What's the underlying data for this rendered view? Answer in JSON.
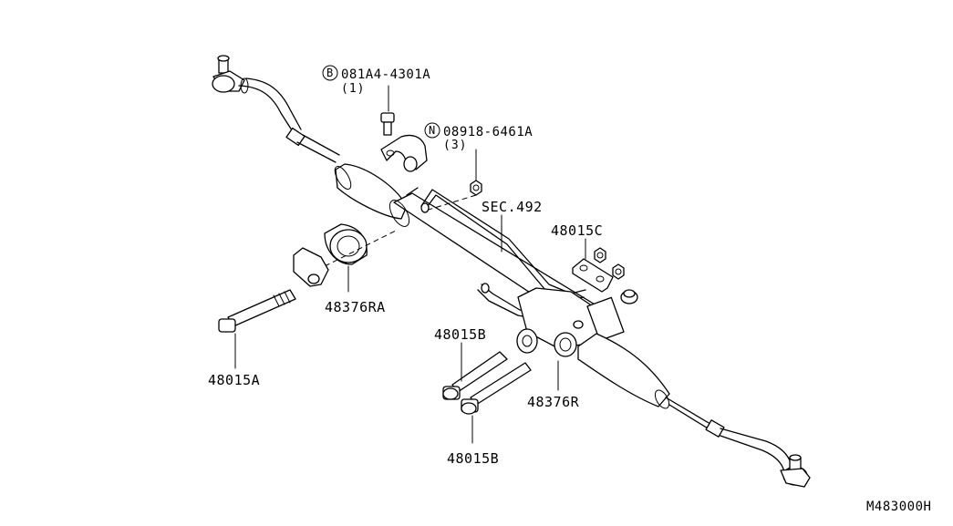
{
  "callouts": {
    "bolt_b": {
      "symbol": "B",
      "part_no": "081A4-4301A",
      "qty": "(1)"
    },
    "nut_n": {
      "symbol": "N",
      "part_no": "08918-6461A",
      "qty": "(3)"
    },
    "sec_ref": "SEC.492",
    "plate": "48015C",
    "insulator_left": "48376RA",
    "bolt_left": "48015A",
    "bolt_mid_upper": "48015B",
    "bolt_mid_lower": "48015B",
    "insulator_right": "48376R"
  },
  "diagram_code": "M483000H"
}
